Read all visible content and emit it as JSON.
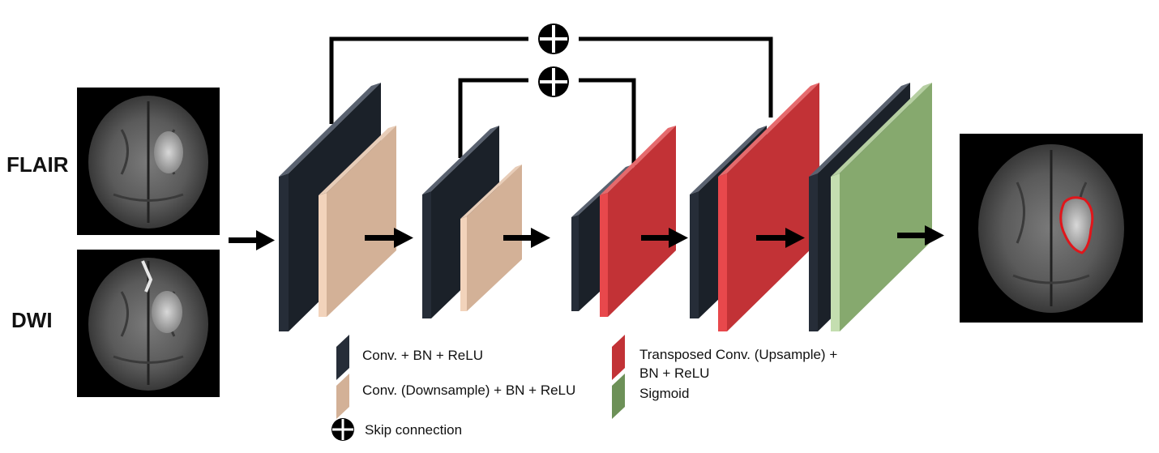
{
  "inputs": {
    "flair_label": "FLAIR",
    "dwi_label": "DWI"
  },
  "legend": {
    "conv": "Conv. + BN + ReLU",
    "downsample": "Conv. (Downsample) + BN + ReLU",
    "skip": "Skip connection",
    "transposed_line1": "Transposed Conv. (Upsample) +",
    "transposed_line2": "BN + ReLU",
    "sigmoid": "Sigmoid"
  },
  "colors": {
    "conv": "#262d38",
    "downsample": "#d3b197",
    "transposed": "#c23236",
    "sigmoid": "#86a96e",
    "tumor_outline": "#e0161b"
  }
}
